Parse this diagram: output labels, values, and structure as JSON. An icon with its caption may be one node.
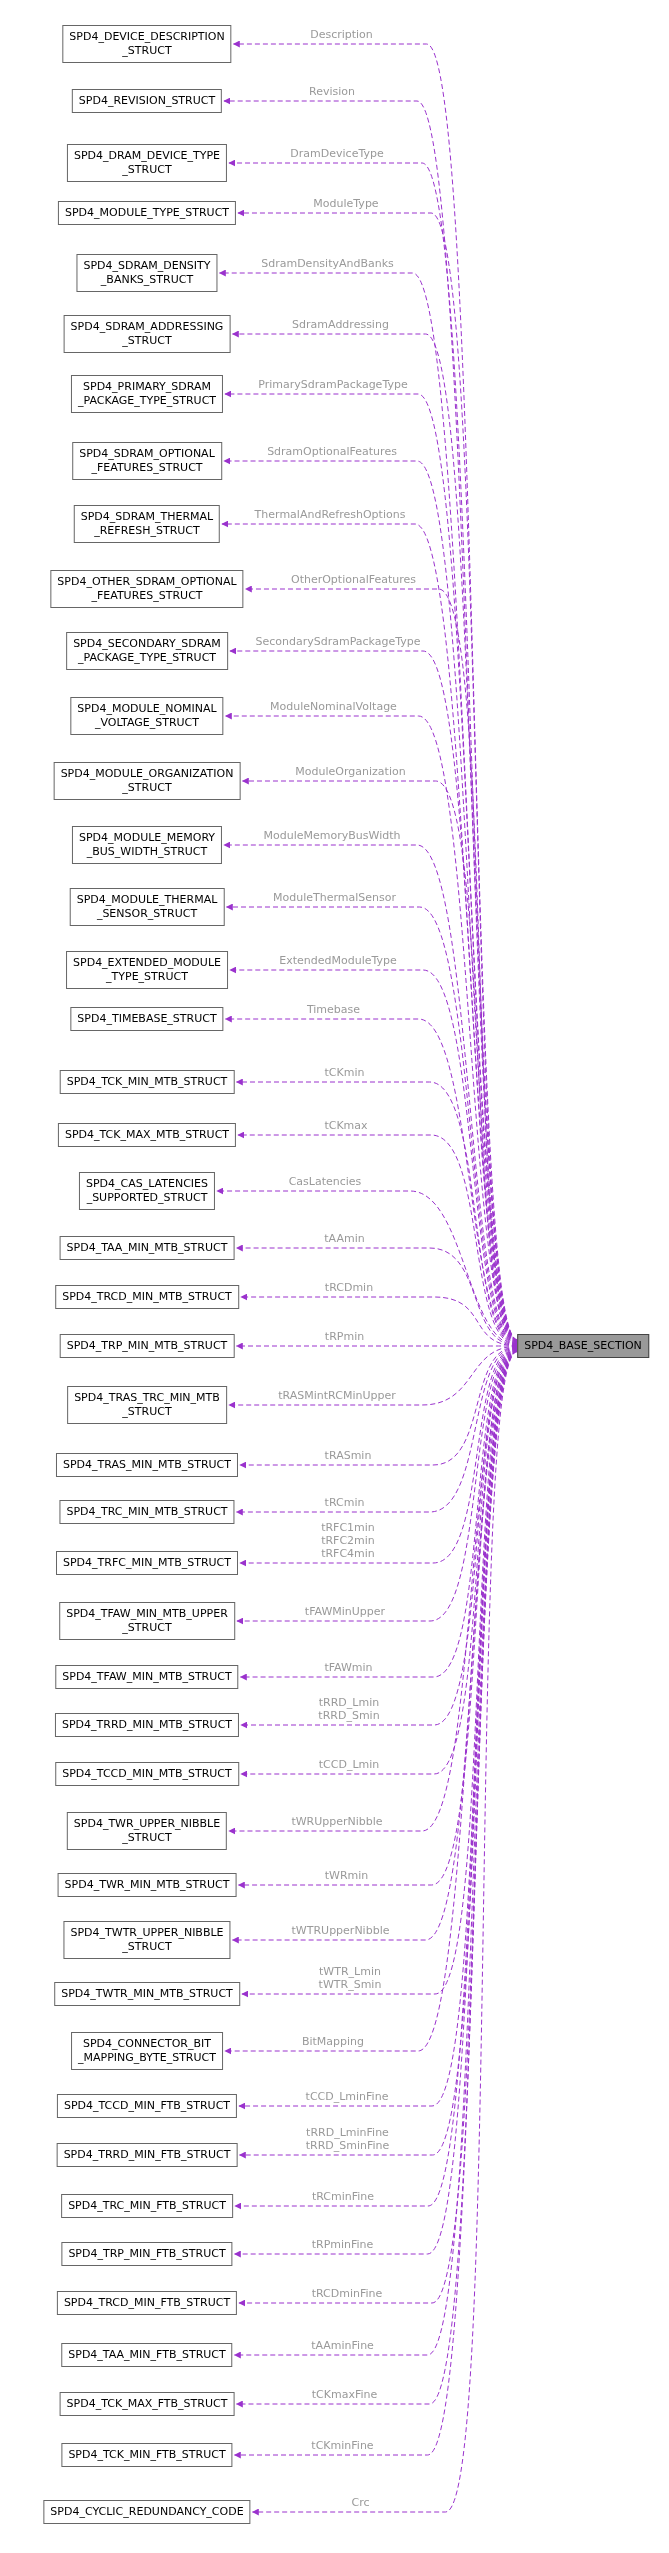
{
  "diagram": {
    "nodes": [
      {
        "text": [
          "SPD4_DEVICE_DESCRIPTION _STRUCT"
        ]
      },
      {
        "text": [
          "SPD4_REVISION_STRUCT"
        ]
      },
      {
        "text": [
          "SPD4_DRAM_DEVICE_TYPE _STRUCT"
        ]
      },
      {
        "text": [
          "SPD4_MODULE_TYPE_STRUCT"
        ]
      },
      {
        "text": [
          "SPD4_SDRAM_DENSITY _BANKS_STRUCT"
        ]
      },
      {
        "text": [
          "SPD4_SDRAM_ADDRESSING _STRUCT"
        ]
      },
      {
        "text": [
          "SPD4_PRIMARY_SDRAM _PACKAGE_TYPE_STRUCT"
        ]
      },
      {
        "text": [
          "SPD4_SDRAM_OPTIONAL _FEATURES_STRUCT"
        ]
      },
      {
        "text": [
          "SPD4_SDRAM_THERMAL _REFRESH_STRUCT"
        ]
      },
      {
        "text": [
          "SPD4_OTHER_SDRAM_OPTIONAL _FEATURES_STRUCT"
        ]
      },
      {
        "text": [
          "SPD4_SECONDARY_SDRAM _PACKAGE_TYPE_STRUCT"
        ]
      },
      {
        "text": [
          "SPD4_MODULE_NOMINAL _VOLTAGE_STRUCT"
        ]
      },
      {
        "text": [
          "SPD4_MODULE_ORGANIZATION _STRUCT"
        ]
      },
      {
        "text": [
          "SPD4_MODULE_MEMORY _BUS_WIDTH_STRUCT"
        ]
      },
      {
        "text": [
          "SPD4_MODULE_THERMAL _SENSOR_STRUCT"
        ]
      },
      {
        "text": [
          "SPD4_EXTENDED_MODULE _TYPE_STRUCT"
        ]
      },
      {
        "text": [
          "SPD4_TIMEBASE_STRUCT"
        ]
      },
      {
        "text": [
          "SPD4_TCK_MIN_MTB_STRUCT"
        ]
      },
      {
        "text": [
          "SPD4_TCK_MAX_MTB_STRUCT"
        ]
      },
      {
        "text": [
          "SPD4_CAS_LATENCIES _SUPPORTED_STRUCT"
        ]
      },
      {
        "text": [
          "SPD4_TAA_MIN_MTB_STRUCT"
        ]
      },
      {
        "text": [
          "SPD4_TRCD_MIN_MTB_STRUCT"
        ]
      },
      {
        "text": [
          "SPD4_TRP_MIN_MTB_STRUCT"
        ]
      },
      {
        "text": [
          "SPD4_TRAS_TRC_MIN_MTB _STRUCT"
        ]
      },
      {
        "text": [
          "SPD4_TRAS_MIN_MTB_STRUCT"
        ]
      },
      {
        "text": [
          "SPD4_TRC_MIN_MTB_STRUCT"
        ]
      },
      {
        "text": [
          "SPD4_TRFC_MIN_MTB_STRUCT"
        ]
      },
      {
        "text": [
          "SPD4_TFAW_MIN_MTB_UPPER _STRUCT"
        ]
      },
      {
        "text": [
          "SPD4_TFAW_MIN_MTB_STRUCT"
        ]
      },
      {
        "text": [
          "SPD4_TRRD_MIN_MTB_STRUCT"
        ]
      },
      {
        "text": [
          "SPD4_TCCD_MIN_MTB_STRUCT"
        ]
      },
      {
        "text": [
          "SPD4_TWR_UPPER_NIBBLE _STRUCT"
        ]
      },
      {
        "text": [
          "SPD4_TWR_MIN_MTB_STRUCT"
        ]
      },
      {
        "text": [
          "SPD4_TWTR_UPPER_NIBBLE _STRUCT"
        ]
      },
      {
        "text": [
          "SPD4_TWTR_MIN_MTB_STRUCT"
        ]
      },
      {
        "text": [
          "SPD4_CONNECTOR_BIT _MAPPING_BYTE_STRUCT"
        ]
      },
      {
        "text": [
          "SPD4_TCCD_MIN_FTB_STRUCT"
        ]
      },
      {
        "text": [
          "SPD4_TRRD_MIN_FTB_STRUCT"
        ]
      },
      {
        "text": [
          "SPD4_TRC_MIN_FTB_STRUCT"
        ]
      },
      {
        "text": [
          "SPD4_TRP_MIN_FTB_STRUCT"
        ]
      },
      {
        "text": [
          "SPD4_TRCD_MIN_FTB_STRUCT"
        ]
      },
      {
        "text": [
          "SPD4_TAA_MIN_FTB_STRUCT"
        ]
      },
      {
        "text": [
          "SPD4_TCK_MAX_FTB_STRUCT"
        ]
      },
      {
        "text": [
          "SPD4_TCK_MIN_FTB_STRUCT"
        ]
      },
      {
        "text": [
          "SPD4_CYCLIC_REDUNDANCY_CODE"
        ]
      },
      {
        "text": [
          "SPD4_BASE_SECTION"
        ]
      }
    ],
    "edges": [
      {
        "from": 45,
        "to": 0,
        "arrow": "to",
        "style": "dashed",
        "label": "Description"
      },
      {
        "from": 45,
        "to": 1,
        "arrow": "to",
        "style": "dashed",
        "label": "Revision"
      },
      {
        "from": 45,
        "to": 2,
        "arrow": "to",
        "style": "dashed",
        "label": "DramDeviceType"
      },
      {
        "from": 45,
        "to": 3,
        "arrow": "to",
        "style": "dashed",
        "label": "ModuleType"
      },
      {
        "from": 45,
        "to": 4,
        "arrow": "to",
        "style": "dashed",
        "label": "SdramDensityAndBanks"
      },
      {
        "from": 45,
        "to": 5,
        "arrow": "to",
        "style": "dashed",
        "label": "SdramAddressing"
      },
      {
        "from": 45,
        "to": 6,
        "arrow": "to",
        "style": "dashed",
        "label": "PrimarySdramPackageType"
      },
      {
        "from": 45,
        "to": 7,
        "arrow": "to",
        "style": "dashed",
        "label": "SdramOptionalFeatures"
      },
      {
        "from": 45,
        "to": 8,
        "arrow": "to",
        "style": "dashed",
        "label": "ThermalAndRefreshOptions"
      },
      {
        "from": 45,
        "to": 9,
        "arrow": "to",
        "style": "dashed",
        "label": "OtherOptionalFeatures"
      },
      {
        "from": 45,
        "to": 10,
        "arrow": "to",
        "style": "dashed",
        "label": "SecondarySdramPackageType"
      },
      {
        "from": 45,
        "to": 11,
        "arrow": "to",
        "style": "dashed",
        "label": "ModuleNominalVoltage"
      },
      {
        "from": 45,
        "to": 12,
        "arrow": "to",
        "style": "dashed",
        "label": "ModuleOrganization"
      },
      {
        "from": 45,
        "to": 13,
        "arrow": "to",
        "style": "dashed",
        "label": "ModuleMemoryBusWidth"
      },
      {
        "from": 45,
        "to": 14,
        "arrow": "to",
        "style": "dashed",
        "label": "ModuleThermalSensor"
      },
      {
        "from": 45,
        "to": 15,
        "arrow": "to",
        "style": "dashed",
        "label": "ExtendedModuleType"
      },
      {
        "from": 45,
        "to": 16,
        "arrow": "to",
        "style": "dashed",
        "label": "Timebase"
      },
      {
        "from": 45,
        "to": 17,
        "arrow": "to",
        "style": "dashed",
        "label": "tCKmin"
      },
      {
        "from": 45,
        "to": 18,
        "arrow": "to",
        "style": "dashed",
        "label": "tCKmax"
      },
      {
        "from": 45,
        "to": 19,
        "arrow": "to",
        "style": "dashed",
        "label": "CasLatencies"
      },
      {
        "from": 45,
        "to": 20,
        "arrow": "to",
        "style": "dashed",
        "label": "tAAmin"
      },
      {
        "from": 45,
        "to": 21,
        "arrow": "to",
        "style": "dashed",
        "label": "tRCDmin"
      },
      {
        "from": 45,
        "to": 22,
        "arrow": "to",
        "style": "dashed",
        "label": "tRPmin"
      },
      {
        "from": 45,
        "to": 23,
        "arrow": "to",
        "style": "dashed",
        "label": "tRASMintRCMinUpper"
      },
      {
        "from": 45,
        "to": 24,
        "arrow": "to",
        "style": "dashed",
        "label": "tRASmin"
      },
      {
        "from": 45,
        "to": 25,
        "arrow": "to",
        "style": "dashed",
        "label": "tRCmin"
      },
      {
        "from": 45,
        "to": 26,
        "arrow": "to",
        "style": "dashed",
        "label": "tRFC1min tRFC2min tRFC4min"
      },
      {
        "from": 45,
        "to": 27,
        "arrow": "to",
        "style": "dashed",
        "label": "tFAWMinUpper"
      },
      {
        "from": 45,
        "to": 28,
        "arrow": "to",
        "style": "dashed",
        "label": "tFAWmin"
      },
      {
        "from": 45,
        "to": 29,
        "arrow": "to",
        "style": "dashed",
        "label": "tRRD_Lmin tRRD_Smin"
      },
      {
        "from": 45,
        "to": 30,
        "arrow": "to",
        "style": "dashed",
        "label": "tCCD_Lmin"
      },
      {
        "from": 45,
        "to": 31,
        "arrow": "to",
        "style": "dashed",
        "label": "tWRUpperNibble"
      },
      {
        "from": 45,
        "to": 32,
        "arrow": "to",
        "style": "dashed",
        "label": "tWRmin"
      },
      {
        "from": 45,
        "to": 33,
        "arrow": "to",
        "style": "dashed",
        "label": "tWTRUpperNibble"
      },
      {
        "from": 45,
        "to": 34,
        "arrow": "to",
        "style": "dashed",
        "label": "tWTR_Lmin tWTR_Smin"
      },
      {
        "from": 45,
        "to": 35,
        "arrow": "to",
        "style": "dashed",
        "label": "BitMapping"
      },
      {
        "from": 45,
        "to": 36,
        "arrow": "to",
        "style": "dashed",
        "label": "tCCD_LminFine"
      },
      {
        "from": 45,
        "to": 37,
        "arrow": "to",
        "style": "dashed",
        "label": "tRRD_LminFine tRRD_SminFine"
      },
      {
        "from": 45,
        "to": 38,
        "arrow": "to",
        "style": "dashed",
        "label": "tRCminFine"
      },
      {
        "from": 45,
        "to": 39,
        "arrow": "to",
        "style": "dashed",
        "label": "tRPminFine"
      },
      {
        "from": 45,
        "to": 40,
        "arrow": "to",
        "style": "dashed",
        "label": "tRCDminFine"
      },
      {
        "from": 45,
        "to": 41,
        "arrow": "to",
        "style": "dashed",
        "label": "tAAminFine"
      },
      {
        "from": 45,
        "to": 42,
        "arrow": "to",
        "style": "dashed",
        "label": "tCKmaxFine"
      },
      {
        "from": 45,
        "to": 43,
        "arrow": "to",
        "style": "dashed",
        "label": "tCKminFine"
      },
      {
        "from": 45,
        "to": 44,
        "arrow": "to",
        "style": "dashed",
        "label": "Crc"
      }
    ]
  }
}
